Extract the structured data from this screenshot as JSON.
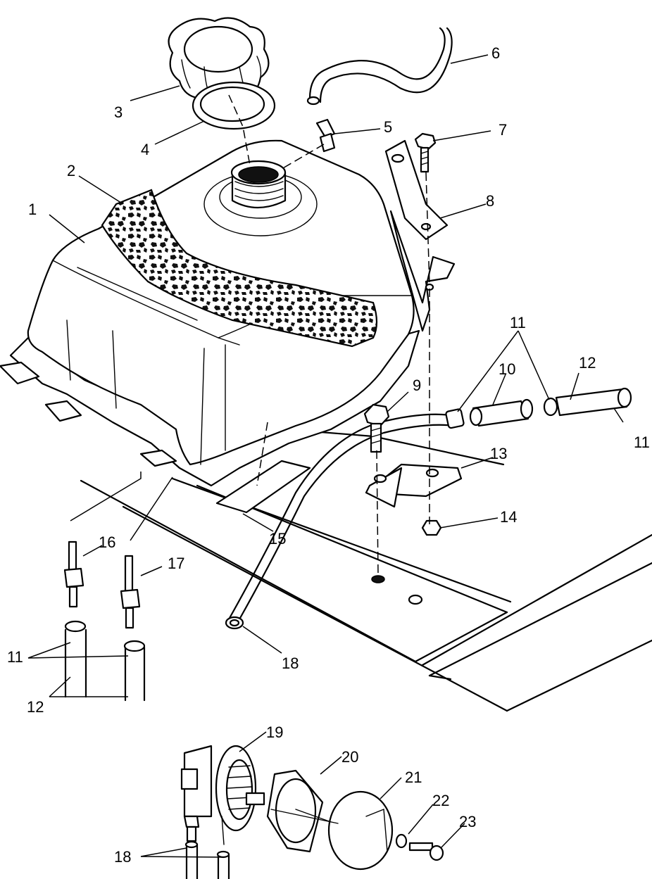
{
  "callouts": {
    "c1": "1",
    "c2": "2",
    "c3": "3",
    "c4": "4",
    "c5": "5",
    "c6": "6",
    "c7": "7",
    "c8": "8",
    "c9": "9",
    "c10": "10",
    "c11a": "11",
    "c11b": "11",
    "c11c": "11",
    "c12a": "12",
    "c12b": "12",
    "c13": "13",
    "c14": "14",
    "c15": "15",
    "c16": "16",
    "c17": "17",
    "c18a": "18",
    "c18b": "18",
    "c19": "19",
    "c20": "20",
    "c21": "21",
    "c22": "22",
    "c23": "23"
  }
}
